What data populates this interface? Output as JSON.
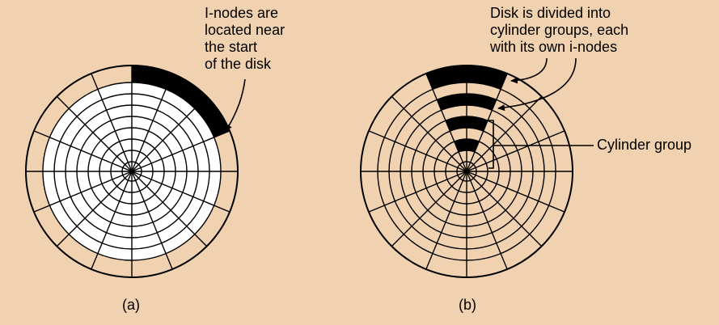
{
  "figure": {
    "annotation_a": "I-nodes are\nlocated near\nthe start\nof the disk",
    "annotation_b": "Disk is divided into\ncylinder groups, each\nwith its own i-nodes",
    "annotation_cylinder_group": "Cylinder group",
    "caption_a": "(a)",
    "caption_b": "(b)"
  },
  "colors": {
    "background": "#f0d2b1",
    "ring_fill_a": "#ffffff",
    "inode_fill": "#000000",
    "line": "#000000"
  },
  "disk_a": {
    "rings": 8,
    "sectors": 16,
    "inode_ring": "outermost",
    "inode_sectors_shaded": 3
  },
  "disk_b": {
    "rings": 8,
    "sectors": 16,
    "cylinder_groups": 4,
    "inode_band_per_group": "outermost track of group, one sector wide"
  }
}
